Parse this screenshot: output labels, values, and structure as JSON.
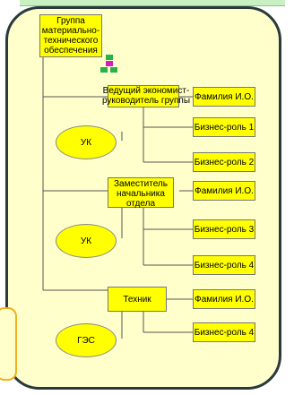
{
  "colors": {
    "panel_fill": "#ffffcc",
    "panel_border": "#2a3a3c",
    "box_fill": "#ffff00",
    "line": "#555555",
    "accent_tab": "#f0b020"
  },
  "root": {
    "label": "Группа материально-технического обеспечения"
  },
  "icon": {
    "name": "org-chart-icon"
  },
  "groups": [
    {
      "head": "Ведущий экономист-руководитель группы",
      "oval": "УК",
      "roles": [
        "Фамилия И.О.",
        "Бизнес-роль 1",
        "Бизнес-роль 2"
      ]
    },
    {
      "head": "Заместитель начальника отдела",
      "oval": "УК",
      "roles": [
        "Фамилия И.О.",
        "Бизнес-роль 3",
        "Бизнес-роль 4"
      ]
    },
    {
      "head": "Техник",
      "oval": "ГЭС",
      "roles": [
        "Фамилия И.О.",
        "Бизнес-роль 4"
      ]
    }
  ]
}
